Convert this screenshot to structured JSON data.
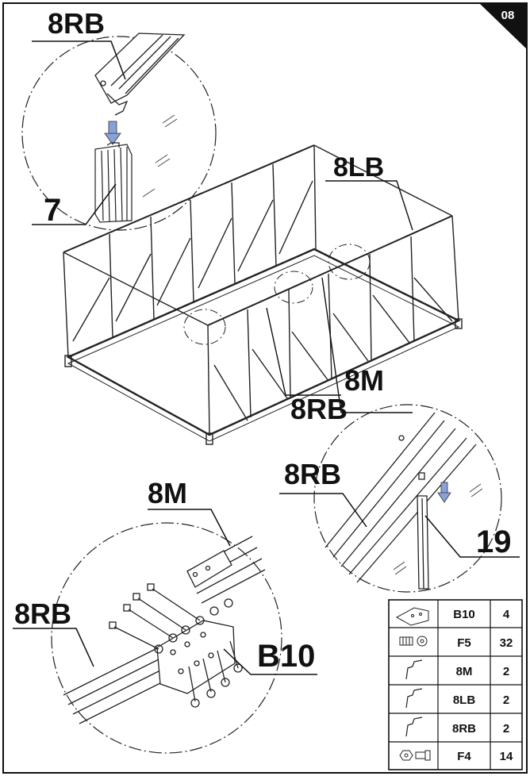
{
  "page_number": "08",
  "callouts": {
    "top_left_8rb": "8RB",
    "top_left_7": "7",
    "label_8lb": "8LB",
    "center_8m": "8M",
    "center_8rb": "8RB",
    "right_8rb": "8RB",
    "right_19": "19",
    "bottom_8m": "8M",
    "bottom_8rb": "8RB",
    "bottom_b10": "B10"
  },
  "parts_table": {
    "rows": [
      {
        "icon": "bracket-plate-icon",
        "part": "B10",
        "qty": "4"
      },
      {
        "icon": "bolt-washer-icon",
        "part": "F5",
        "qty": "32"
      },
      {
        "icon": "bar-profile-icon",
        "part": "8M",
        "qty": "2"
      },
      {
        "icon": "bar-profile-icon",
        "part": "8LB",
        "qty": "2"
      },
      {
        "icon": "bar-profile-icon",
        "part": "8RB",
        "qty": "2"
      },
      {
        "icon": "nut-bolt-icon",
        "part": "F4",
        "qty": "14"
      }
    ]
  }
}
